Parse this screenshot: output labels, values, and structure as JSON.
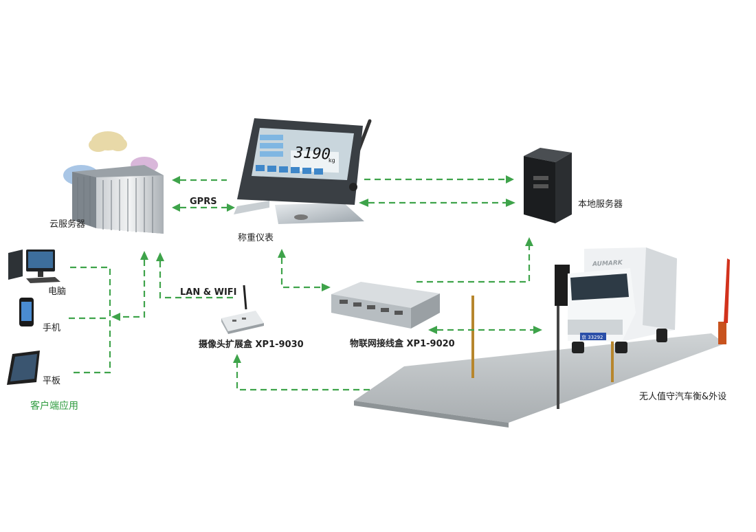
{
  "nodes": {
    "cloud_server": "云服务器",
    "indicator": "称重仪表",
    "local_server": "本地服务器",
    "computer": "电脑",
    "phone": "手机",
    "tablet": "平板",
    "client_apps": "客户端应用",
    "camera_box": "摄像头扩展盒 XP1-9030",
    "iot_box": "物联网接线盒 XP1-9020",
    "truck_scale": "无人值守汽车衡&外设"
  },
  "links": {
    "gprs": "GPRS",
    "lan_wifi": "LAN & WIFI"
  },
  "indicator_display": {
    "weight": "3190",
    "unit": "kg"
  },
  "truck": {
    "brand": "AUMARK",
    "plate": "京 33292"
  },
  "colors": {
    "arrow": "#3ea34a",
    "label_green": "#2e9b3e"
  }
}
